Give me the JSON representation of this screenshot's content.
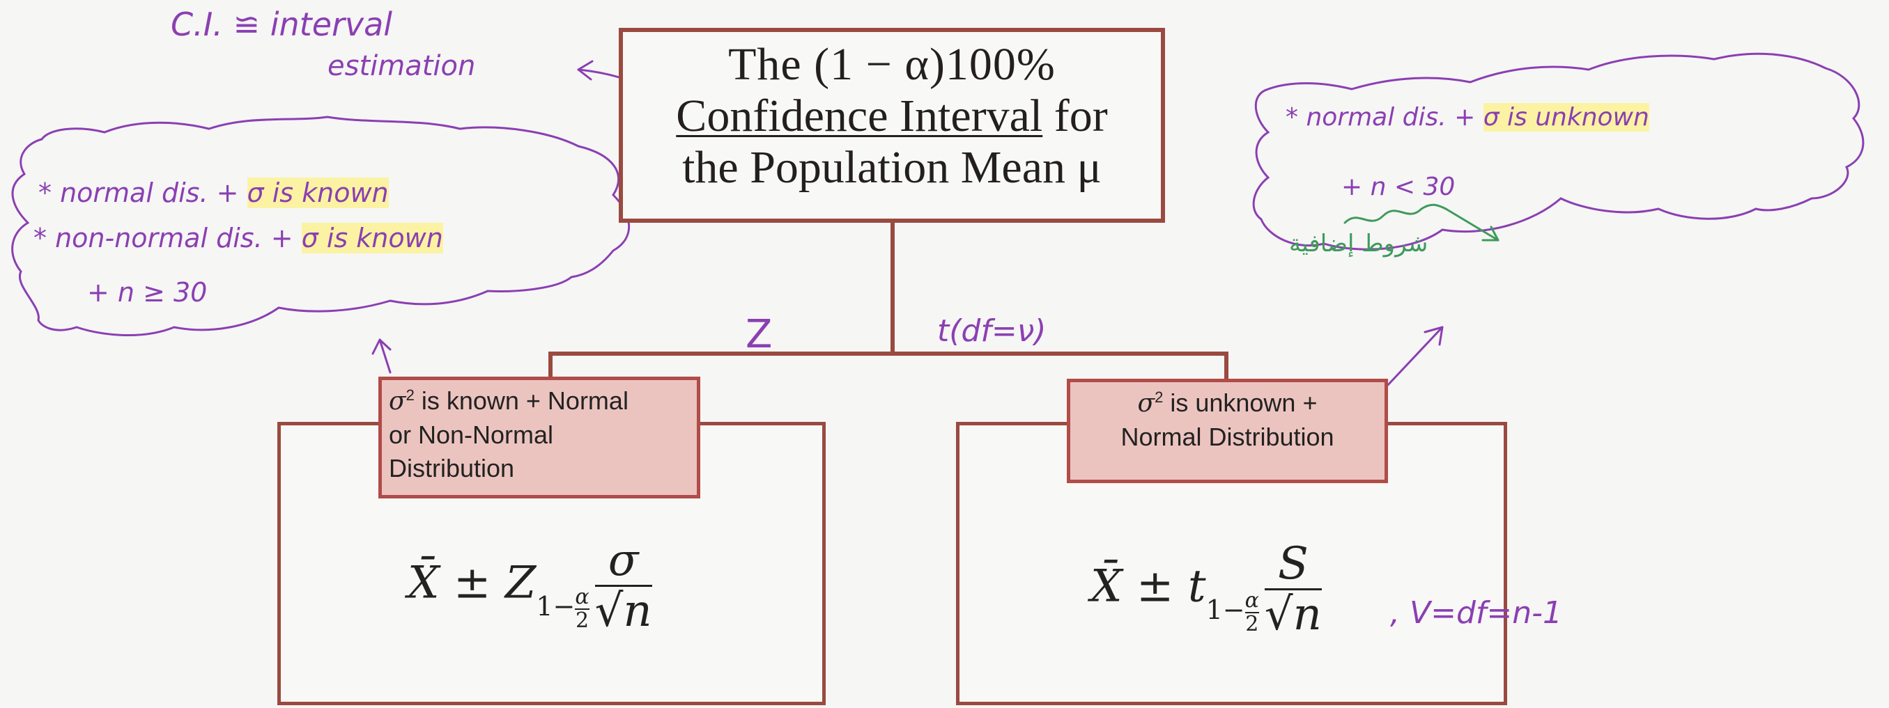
{
  "root": {
    "line1": "The (1 − α)100%",
    "line2_a": "Confidence Interval",
    "line2_b": " for",
    "line3": "the Population Mean μ"
  },
  "branches": {
    "z_label": "Z",
    "t_label": "t(df=ν)"
  },
  "left": {
    "condition_sup": "2",
    "condition": [
      " is known + Normal",
      "or Non-Normal",
      "Distribution"
    ],
    "formula": {
      "lhs": "X̄ ± Z",
      "sub": "1−",
      "alpha": "α",
      "two": "2",
      "num": "σ",
      "den": "√n"
    }
  },
  "right": {
    "condition_sup": "2",
    "condition": [
      " is unknown +",
      "Normal Distribution"
    ],
    "formula": {
      "lhs": "X̄ ± t",
      "sub": "1−",
      "alpha": "α",
      "two": "2",
      "num": "S",
      "den": "√n"
    },
    "df_note": ", V=df=n-1"
  },
  "notes": {
    "ci_line1": "C.I. ≌ interval",
    "ci_line2": "estimation",
    "left_cloud": [
      "* normal dis. + σ is known",
      "* non-normal dis. + σ is known",
      "+ n ≥ 30"
    ],
    "left_highlight": "σ is known",
    "right_cloud": [
      "* normal dis. + σ is unknown",
      "+ n < 30"
    ],
    "right_highlight": "σ is unknown",
    "arabic": "شروط إضافية"
  },
  "colors": {
    "box_border": "#9a4a40",
    "label_fill": "#ecc4bf",
    "label_border": "#b14c48",
    "pen_purple": "#8b3fb2",
    "pen_green": "#3f9a5b",
    "highlight": "#fbf3a3"
  }
}
